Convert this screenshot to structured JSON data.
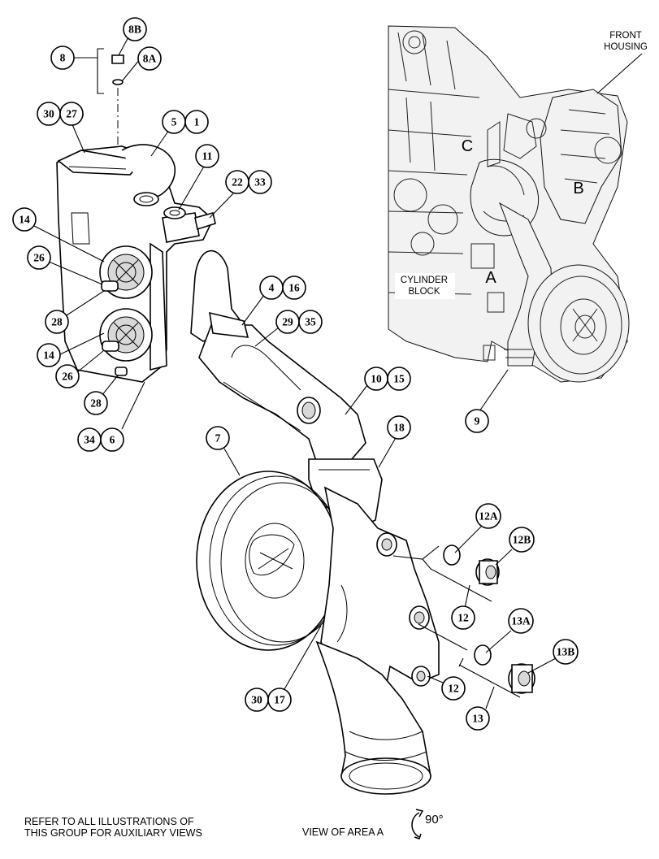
{
  "diagram": {
    "callouts": [
      {
        "id": "c-8",
        "label": "8"
      },
      {
        "id": "c-8b",
        "label": "8B"
      },
      {
        "id": "c-8a",
        "label": "8A"
      },
      {
        "id": "c-30-a",
        "label": "30"
      },
      {
        "id": "c-27",
        "label": "27"
      },
      {
        "id": "c-5",
        "label": "5"
      },
      {
        "id": "c-1",
        "label": "1"
      },
      {
        "id": "c-11",
        "label": "11"
      },
      {
        "id": "c-22",
        "label": "22"
      },
      {
        "id": "c-33",
        "label": "33"
      },
      {
        "id": "c-14-a",
        "label": "14"
      },
      {
        "id": "c-26-a",
        "label": "26"
      },
      {
        "id": "c-28-a",
        "label": "28"
      },
      {
        "id": "c-14-b",
        "label": "14"
      },
      {
        "id": "c-26-b",
        "label": "26"
      },
      {
        "id": "c-28-b",
        "label": "28"
      },
      {
        "id": "c-34",
        "label": "34"
      },
      {
        "id": "c-6",
        "label": "6"
      },
      {
        "id": "c-4",
        "label": "4"
      },
      {
        "id": "c-16",
        "label": "16"
      },
      {
        "id": "c-29",
        "label": "29"
      },
      {
        "id": "c-35",
        "label": "35"
      },
      {
        "id": "c-10",
        "label": "10"
      },
      {
        "id": "c-15",
        "label": "15"
      },
      {
        "id": "c-18",
        "label": "18"
      },
      {
        "id": "c-7",
        "label": "7"
      },
      {
        "id": "c-9",
        "label": "9"
      },
      {
        "id": "c-12a",
        "label": "12A"
      },
      {
        "id": "c-12b",
        "label": "12B"
      },
      {
        "id": "c-12-a",
        "label": "12"
      },
      {
        "id": "c-13a",
        "label": "13A"
      },
      {
        "id": "c-13b",
        "label": "13B"
      },
      {
        "id": "c-12-b",
        "label": "12"
      },
      {
        "id": "c-13",
        "label": "13"
      },
      {
        "id": "c-30-b",
        "label": "30"
      },
      {
        "id": "c-17",
        "label": "17"
      }
    ],
    "area_letters": {
      "a": "A",
      "b": "B",
      "c": "C"
    },
    "engine_labels": {
      "front_housing_1": "FRONT",
      "front_housing_2": "HOUSING",
      "cylinder_block_1": "CYLINDER",
      "cylinder_block_2": "BLOCK"
    },
    "footer": {
      "note_line1": "REFER TO ALL ILLUSTRATIONS OF",
      "note_line2": "THIS GROUP FOR AUXILIARY VIEWS",
      "view_label": "VIEW OF AREA A",
      "rotation": "90°"
    }
  }
}
